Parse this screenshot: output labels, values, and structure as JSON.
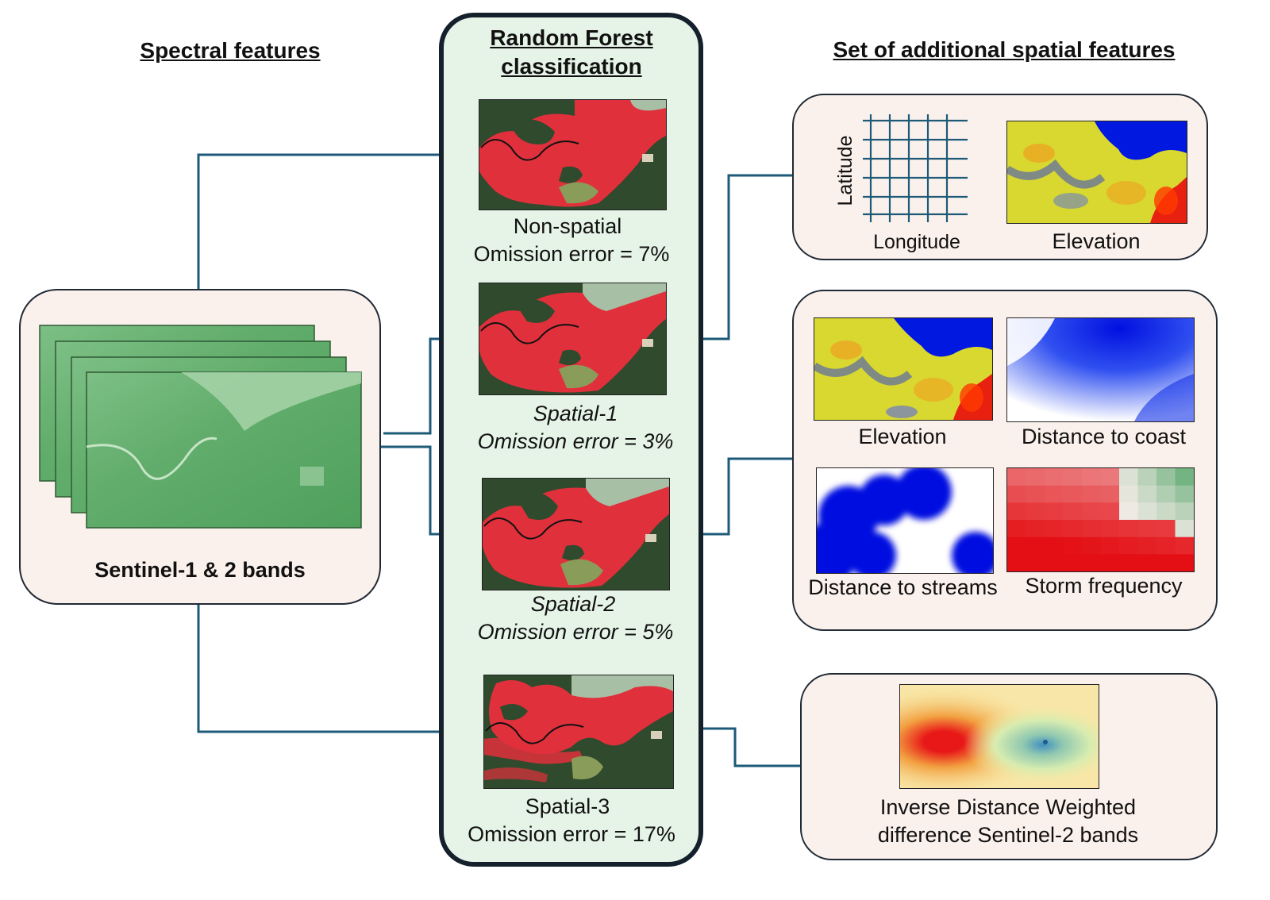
{
  "headings": {
    "spectral": "Spectral features",
    "rf": "Random Forest\nclassification",
    "additional": "Set of additional spatial features"
  },
  "input_box": {
    "label": "Sentinel-1 & 2 bands"
  },
  "results": [
    {
      "name": "Non-spatial",
      "error": "Omission error = 7%",
      "italic": false
    },
    {
      "name": "Spatial-1",
      "error": "Omission error = 3%",
      "italic": true
    },
    {
      "name": "Spatial-2",
      "error": "Omission error = 5%",
      "italic": true
    },
    {
      "name": "Spatial-3",
      "error": "Omission error = 17%",
      "italic": false
    }
  ],
  "features": {
    "group1": {
      "latitude": "Latitude",
      "longitude": "Longitude",
      "elevation": "Elevation"
    },
    "group2": {
      "elevation": "Elevation",
      "distance_coast": "Distance to coast",
      "distance_streams": "Distance to streams",
      "storm_frequency": "Storm frequency"
    },
    "group3": {
      "idw": "Inverse Distance Weighted\ndifference Sentinel-2 bands"
    }
  },
  "colors": {
    "arrow": "#1d5a78",
    "rf_panel_bg": "#e6f4e8",
    "feature_box_bg": "#fbf1ec",
    "classified_red": "#e0303c",
    "forest": "#2f4a2c"
  }
}
